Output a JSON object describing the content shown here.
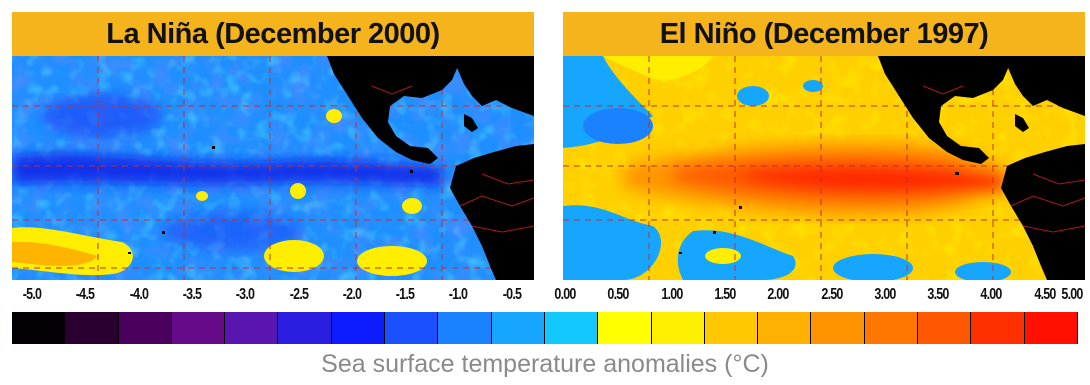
{
  "panels": {
    "la_nina": {
      "title": "La Niña (December 2000)"
    },
    "el_nino": {
      "title": "El Niño (December 1997)"
    }
  },
  "legend": {
    "tick_labels": [
      "-5.0",
      "-4.5",
      "-4.0",
      "-3.5",
      "-3.0",
      "-2.5",
      "-2.0",
      "-1.5",
      "-1.0",
      "-0.5",
      "0.00",
      "0.50",
      "1.00",
      "1.50",
      "2.00",
      "2.50",
      "3.00",
      "3.50",
      "4.00",
      "4.50",
      "5.00"
    ],
    "bins": [
      {
        "range": "-5.0 to -4.5",
        "color": "#050005"
      },
      {
        "range": "-4.5 to -4.0",
        "color": "#2a0030"
      },
      {
        "range": "-4.0 to -3.5",
        "color": "#4a005c"
      },
      {
        "range": "-3.5 to -3.0",
        "color": "#660a8a"
      },
      {
        "range": "-3.0 to -2.5",
        "color": "#5a14b0"
      },
      {
        "range": "-2.5 to -2.0",
        "color": "#2c1ee0"
      },
      {
        "range": "-2.0 to -1.5",
        "color": "#0c1cff"
      },
      {
        "range": "-1.5 to -1.0",
        "color": "#1a50ff"
      },
      {
        "range": "-1.0 to -0.5",
        "color": "#1a82ff"
      },
      {
        "range": "-0.5 to 0.00",
        "color": "#16a6ff"
      },
      {
        "range": "0.00 to 0.50",
        "color": "#12c8ff"
      },
      {
        "range": "0.50 to 1.00",
        "color": "#ffff00"
      },
      {
        "range": "1.00 to 1.50",
        "color": "#ffef00"
      },
      {
        "range": "1.50 to 2.00",
        "color": "#ffc800"
      },
      {
        "range": "2.00 to 2.50",
        "color": "#ffb000"
      },
      {
        "range": "2.50 to 3.00",
        "color": "#ff9400"
      },
      {
        "range": "3.00 to 3.50",
        "color": "#ff7600"
      },
      {
        "range": "3.50 to 4.00",
        "color": "#ff5800"
      },
      {
        "range": "4.00 to 4.50",
        "color": "#ff3000"
      },
      {
        "range": "4.50 to 5.00",
        "color": "#ff1000"
      }
    ],
    "caption": "Sea surface temperature anomalies (°C)"
  },
  "colors": {
    "title_bar": "#f6b41c",
    "land": "#000000",
    "borders": "#b01818",
    "grid": "#c03030"
  }
}
